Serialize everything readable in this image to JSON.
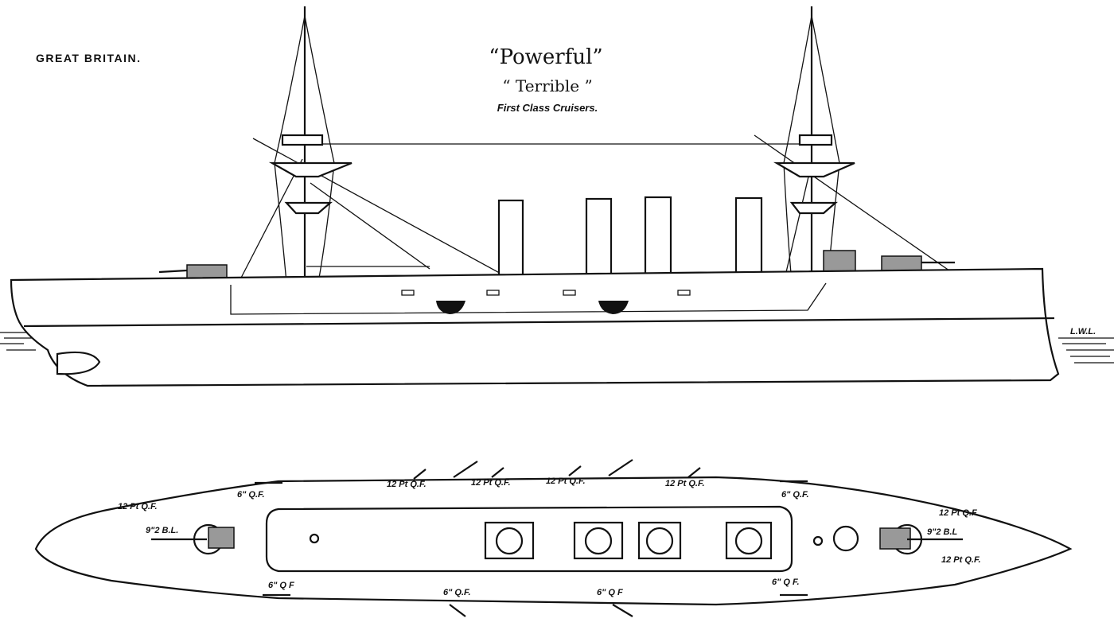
{
  "header": {
    "country": "GREAT BRITAIN.",
    "ship_name_1": "“Powerful”",
    "ship_name_2": "“ Terrible ”",
    "ship_class": "First Class Cruisers."
  },
  "profile": {
    "waterline_label": "L.W.L."
  },
  "plan": {
    "labels": {
      "fwd_12pdr_port": "12 Pt Q.F.",
      "port_6in_fwd": "6\" Q.F.",
      "port_12pdr_1": "12 Pt Q.F.",
      "port_12pdr_2": "12 Pt Q.F.",
      "port_12pdr_3": "12 Pt Q.F.",
      "port_12pdr_4": "12 Pt Q.F.",
      "port_6in_aft": "6\" Q.F.",
      "aft_12pdr_port": "12 Pt Q.F.",
      "aft_12pdr_stbd": "12 Pt Q.F.",
      "fwd_main_gun": "9\"2 B.L.",
      "aft_main_gun": "9\"2 B.L",
      "stbd_6in_1": "6\" Q F",
      "stbd_6in_2": "6\" Q.F.",
      "stbd_6in_3": "6\" Q F",
      "stbd_6in_4": "6\" Q F."
    }
  }
}
